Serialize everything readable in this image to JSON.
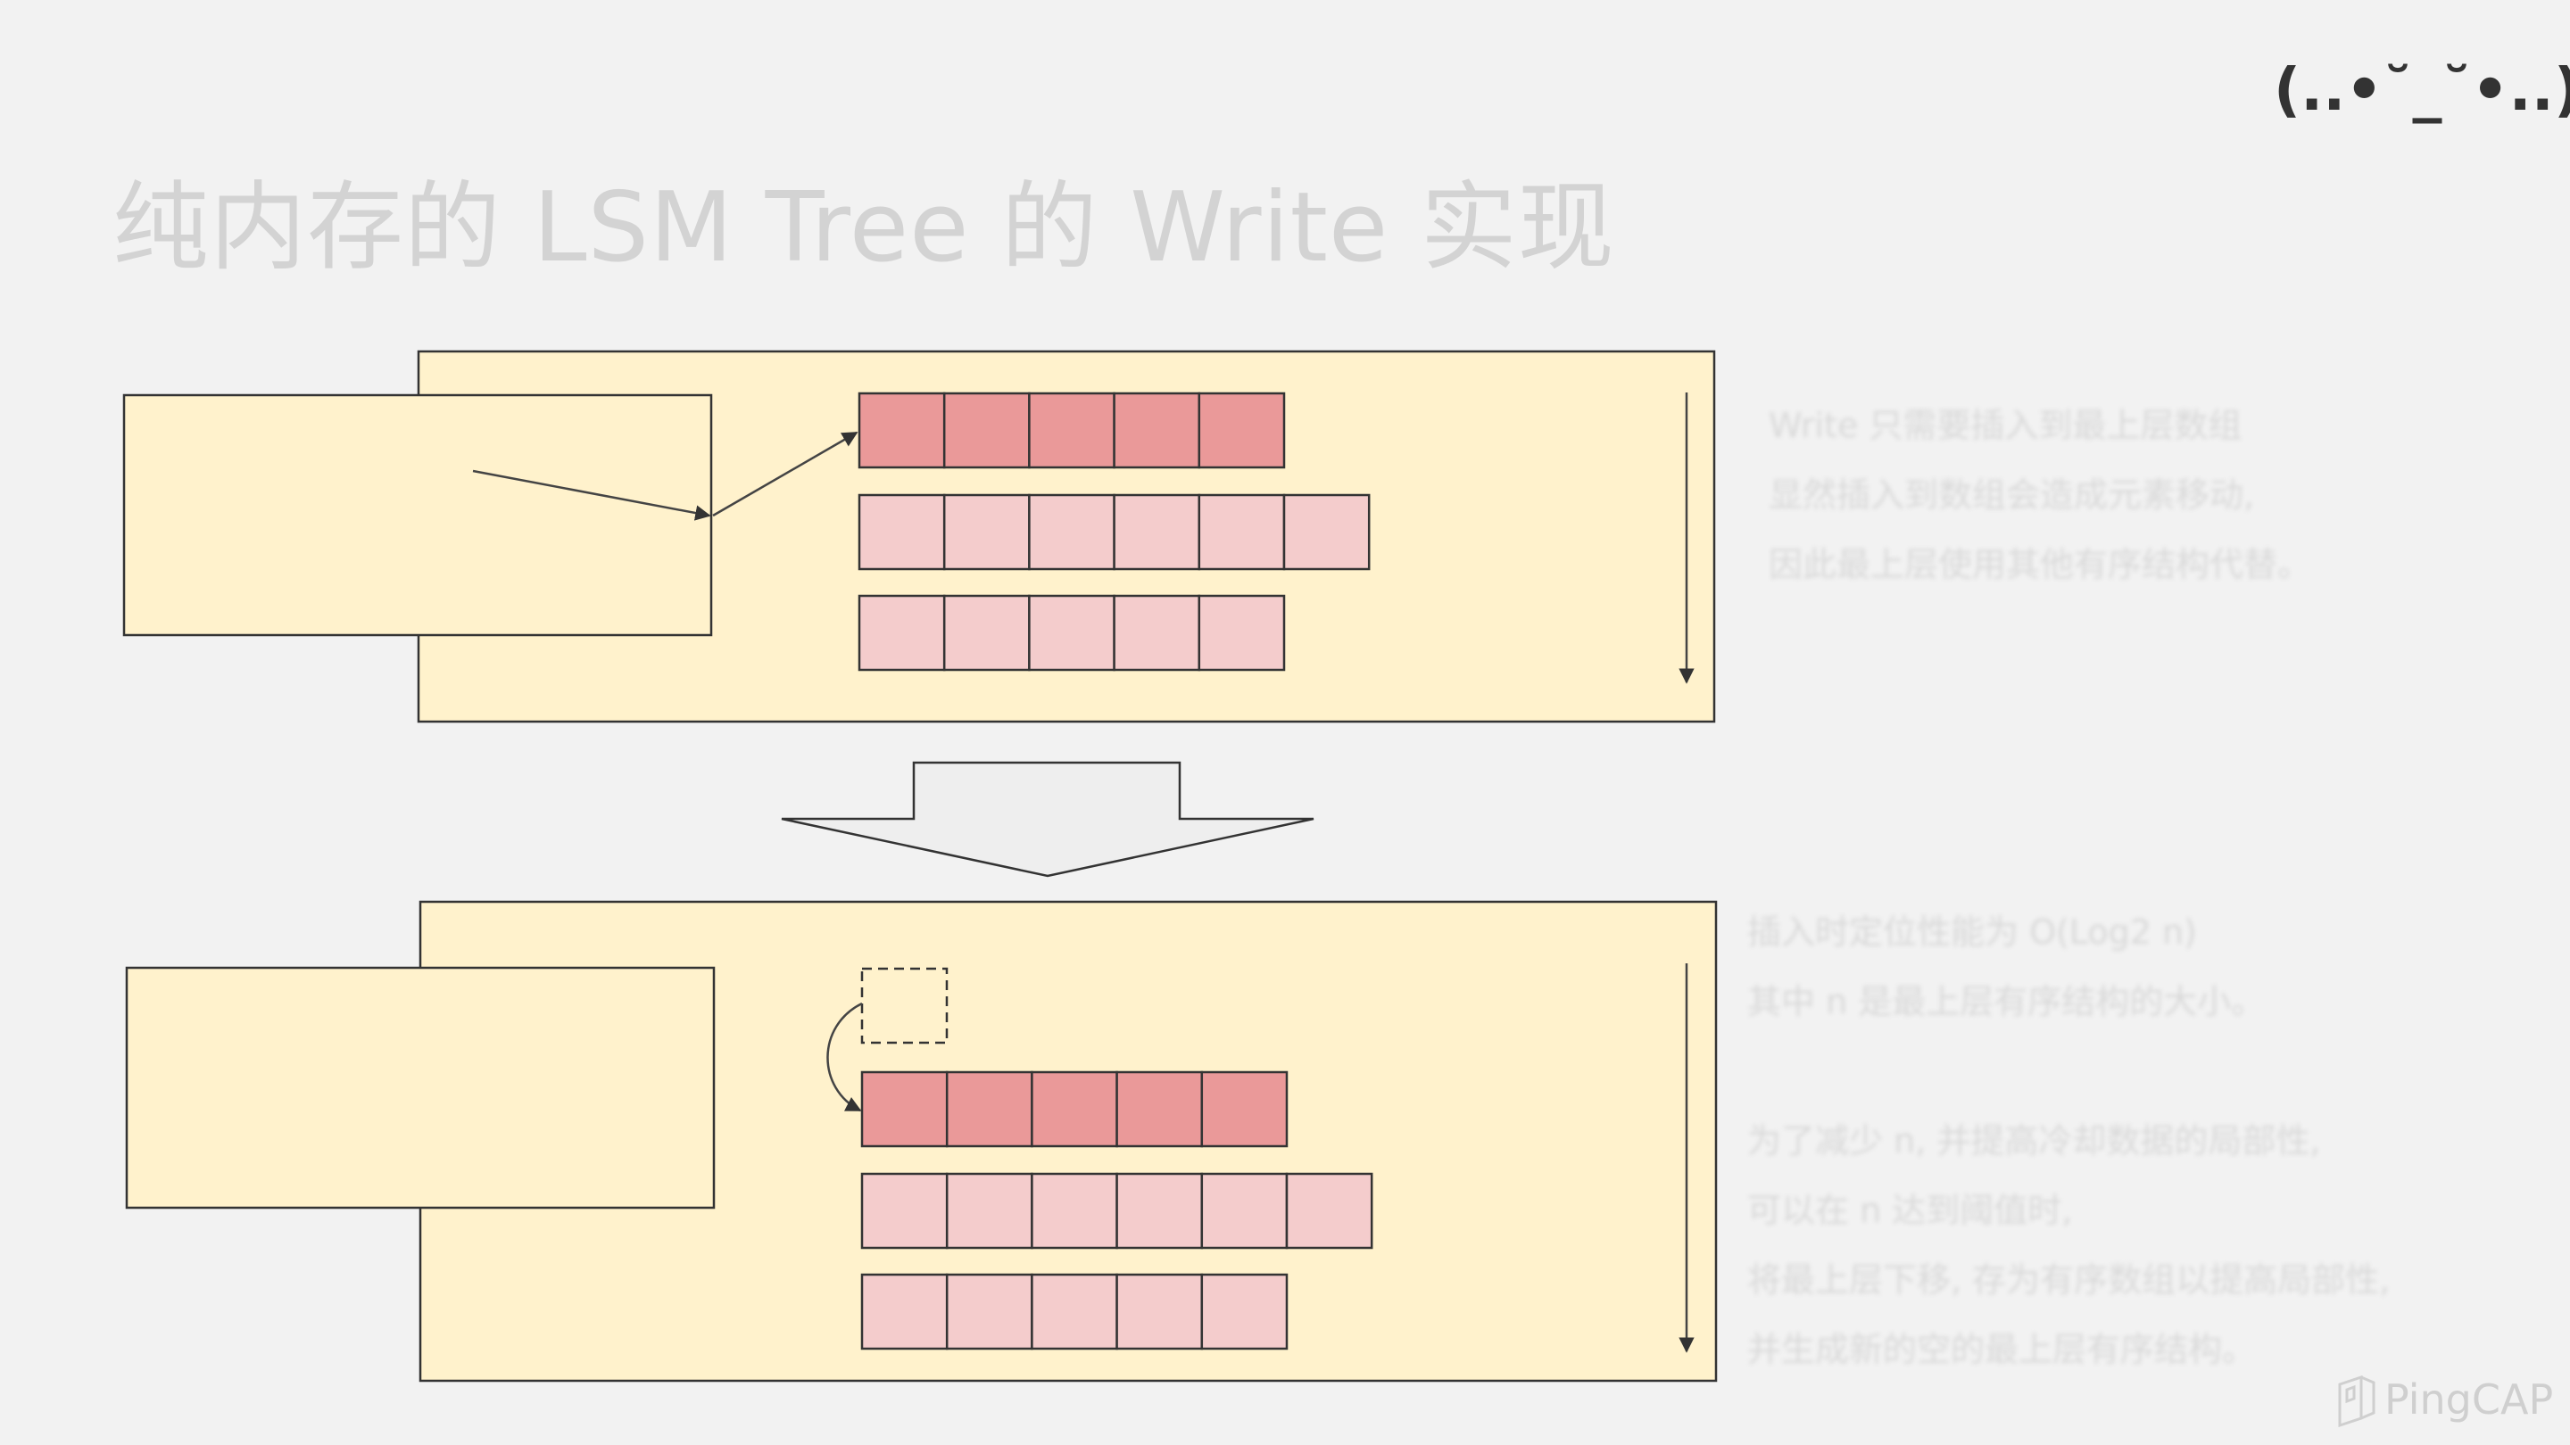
{
  "slide": {
    "title": "纯内存的 LSM Tree 的 Write 实现",
    "emoticon": "(..•˘_˘•..)"
  },
  "notes_top": [
    "Write 只需要插入到最上层数组",
    "显然插入到数组会造成元素移动,",
    "因此最上层使用其他有序结构代替。"
  ],
  "notes_bottom": [
    "插入时定位性能为 O(Log2 n)",
    "其中 n 是最上层有序结构的大小。",
    "",
    "为了减少 n, 并提高冷却数据的局部性,",
    "可以在 n 达到阈值时,",
    "将最上层下移, 存为有序数组以提高局部性,",
    "并生成新的空的最上层有序结构。"
  ],
  "diagram": {
    "top_panel": {
      "array_cells_per_row": [
        5,
        6,
        5
      ]
    },
    "bottom_panel": {
      "array_cells_per_row": [
        5,
        6,
        5
      ]
    },
    "colors": {
      "panel_fill": "#fff2cc",
      "highlight_cell": "#ea9999",
      "normal_cell": "#f4cccc",
      "stroke": "#333333",
      "big_arrow_fill": "#eeeeee"
    }
  },
  "logo": {
    "text": "PingCAP"
  }
}
